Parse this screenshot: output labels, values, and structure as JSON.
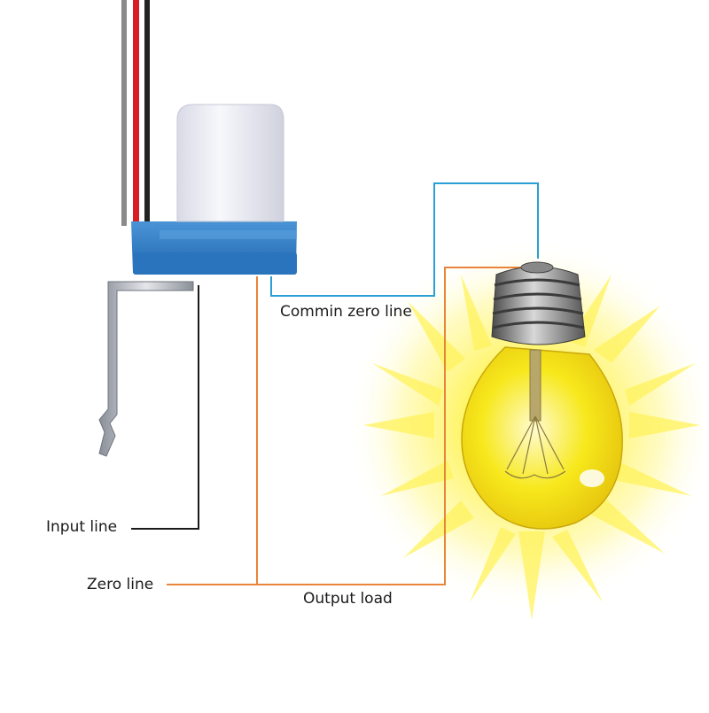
{
  "labels": {
    "input_line": "Input line",
    "zero_line": "Zero line",
    "common_zero_line": "Commin zero line",
    "output_load": "Output load"
  },
  "colors": {
    "input_wire": "#1a1a1a",
    "zero_wire": "#e8853a",
    "common_wire": "#2a9fd6",
    "sensor_base": "#2f7ec9",
    "sensor_dome": "#ecedf4",
    "bulb_glow": "#fff23a",
    "bulb_glass": "#f2e21a",
    "bulb_socket": "#7a7a7a",
    "lead_red": "#d91f26",
    "lead_black": "#222222"
  },
  "components": {
    "sensor": "photocell-light-sensor-switch",
    "load": "incandescent-light-bulb"
  }
}
